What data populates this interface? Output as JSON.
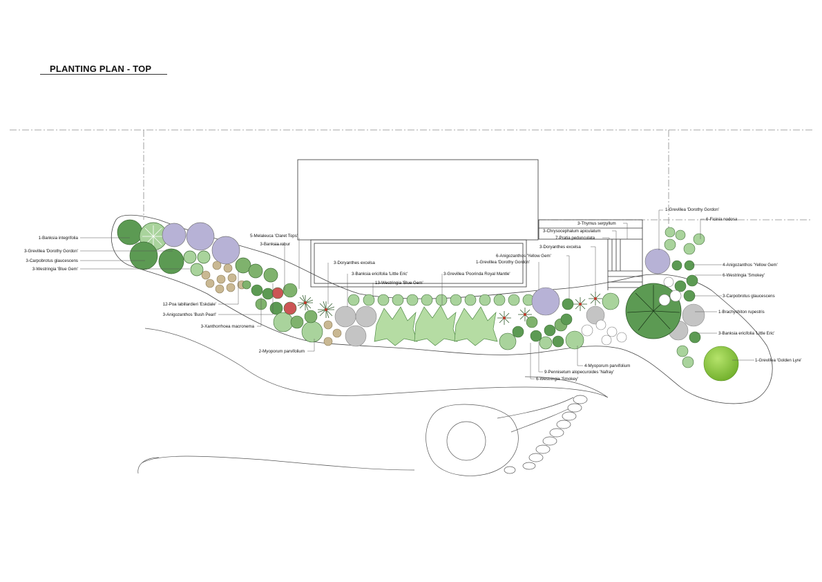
{
  "title": "PLANTING PLAN - TOP",
  "colors": {
    "dark_green": "#5c9a53",
    "mid_green": "#7fb26d",
    "pale_green": "#a9d39c",
    "grey": "#b9b9b9",
    "lavender": "#b7b2d6",
    "tan": "#c9b893",
    "lime": "#8dc63f",
    "red_dot": "#c0392b"
  },
  "labels": {
    "l1": "1-Banksia integrifolia",
    "l2": "3-Grevillea 'Dorothy Gordon'",
    "l3": "3-Carpobrotus glaucescens",
    "l4": "3-Westringia 'Blue Gem'",
    "l5": "5-Melaleuca 'Claret Tops'",
    "l6": "3-Banksia robur",
    "l7": "12-Poa labillardieri 'Eskdale'",
    "l8": "3-Anigozanthos 'Bush Pearl'",
    "l9": "3-Xanthorrhoea macronema",
    "l10": "2-Myoporum parvifolium",
    "l11": "3-Doryanthes excelsa",
    "l12": "3-Banksia ericifolia 'Little Eric'",
    "l13": "13-Westringia 'Blue Gem'",
    "l14": "3-Grevillea 'Poorinda Royal Mantle'",
    "l15": "6-Anigozanthos 'Yellow Gem'",
    "l16": "1-Grevillea 'Dorothy Gordon'",
    "l17": "3-Doryanthes excelsa",
    "l18": "3-Thymus serpyllum",
    "l19": "3-Chrysocephalum apiculatum",
    "l20": "7-Pratia pedunculata",
    "l21": "1-Grevillea 'Dorothy Gordon'",
    "l22": "6-Ficinia nodosa",
    "l23": "4-Anigozanthos 'Yellow Gem'",
    "l24": "6-Westringia 'Smokey'",
    "l25": "3-Carpobrotus glaucescens",
    "l26": "1-Brachychiton rupestris",
    "l27": "3-Banksia ericifolia 'Little Eric'",
    "l28": "1-Grevillea 'Golden Lyre'",
    "l29": "4-Myoporum parvifolium",
    "l30": "9-Pennisetum alopecuroides 'Nafray'",
    "l31": "6-Westringia 'Smokey'"
  }
}
